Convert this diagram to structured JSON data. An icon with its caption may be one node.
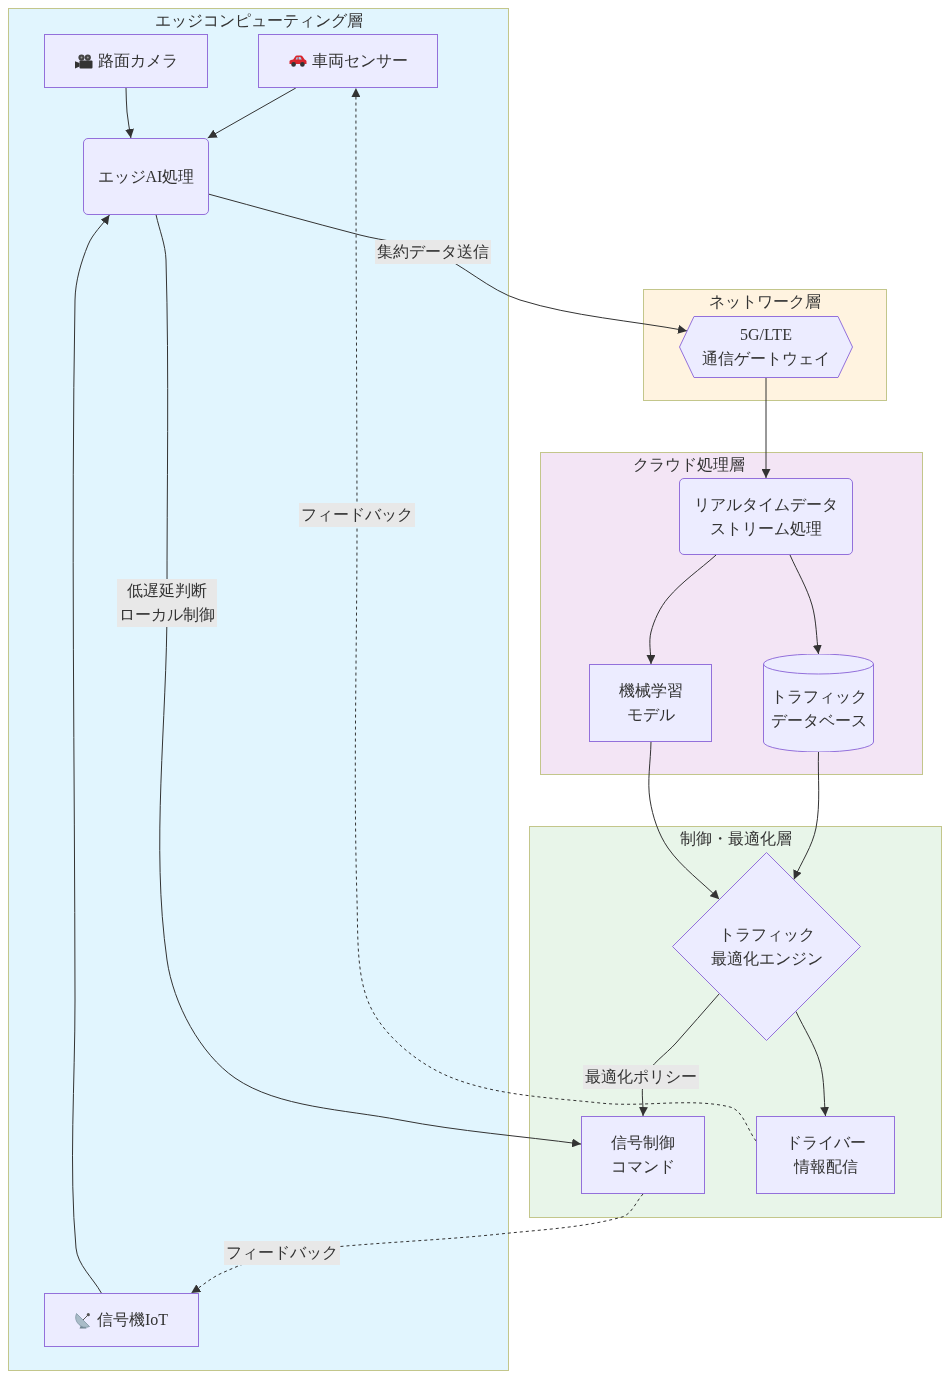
{
  "diagram": {
    "nodes": [
      {
        "text": [
          "エッジコンピューティング層"
        ]
      },
      {
        "text": [
          "路面カメラ"
        ],
        "in": 0
      },
      {
        "text": [
          "車両センサー"
        ],
        "in": 0
      },
      {
        "text": [
          "エッジAI処理"
        ],
        "in": 0
      },
      {
        "text": [
          "信号機IoT"
        ],
        "in": 0
      },
      {
        "text": [
          "ネットワーク層"
        ]
      },
      {
        "text": [
          "5G/LTE 通信ゲートウェイ"
        ],
        "in": 5
      },
      {
        "text": [
          "クラウド処理層"
        ]
      },
      {
        "text": [
          "リアルタイムデータストリーム処理"
        ],
        "in": 7
      },
      {
        "text": [
          "機械学習モデル"
        ],
        "in": 7
      },
      {
        "text": [
          "トラフィックデータベース"
        ],
        "in": 7
      },
      {
        "text": [
          "制御・最適化層"
        ]
      },
      {
        "text": [
          "トラフィック最適化エンジン"
        ],
        "in": 11
      },
      {
        "text": [
          "信号制御コマンド"
        ],
        "in": 11
      },
      {
        "text": [
          "ドライバー情報配信"
        ],
        "in": 11
      }
    ],
    "edges": [
      {
        "from": 1,
        "to": 3,
        "arrow": "to"
      },
      {
        "from": 2,
        "to": 3,
        "arrow": "to"
      },
      {
        "from": 3,
        "to": 6,
        "arrow": "to",
        "label": "集約データ送信"
      },
      {
        "from": 6,
        "to": 8,
        "arrow": "to"
      },
      {
        "from": 8,
        "to": 9,
        "arrow": "to"
      },
      {
        "from": 8,
        "to": 10,
        "arrow": "to"
      },
      {
        "from": 9,
        "to": 12,
        "arrow": "to"
      },
      {
        "from": 10,
        "to": 12,
        "arrow": "to"
      },
      {
        "from": 12,
        "to": 13,
        "arrow": "to",
        "label": "最適化ポリシー"
      },
      {
        "from": 12,
        "to": 14,
        "arrow": "to"
      },
      {
        "from": 3,
        "to": 13,
        "arrow": "to",
        "label": "低遅延判断ローカル制御"
      },
      {
        "from": 13,
        "to": 4,
        "arrow": "to",
        "label": "フィードバック",
        "style": "dashed"
      },
      {
        "from": 4,
        "to": 3,
        "arrow": "to"
      },
      {
        "from": 14,
        "to": 2,
        "arrow": "to",
        "label": "フィードバック",
        "style": "dashed"
      }
    ]
  }
}
